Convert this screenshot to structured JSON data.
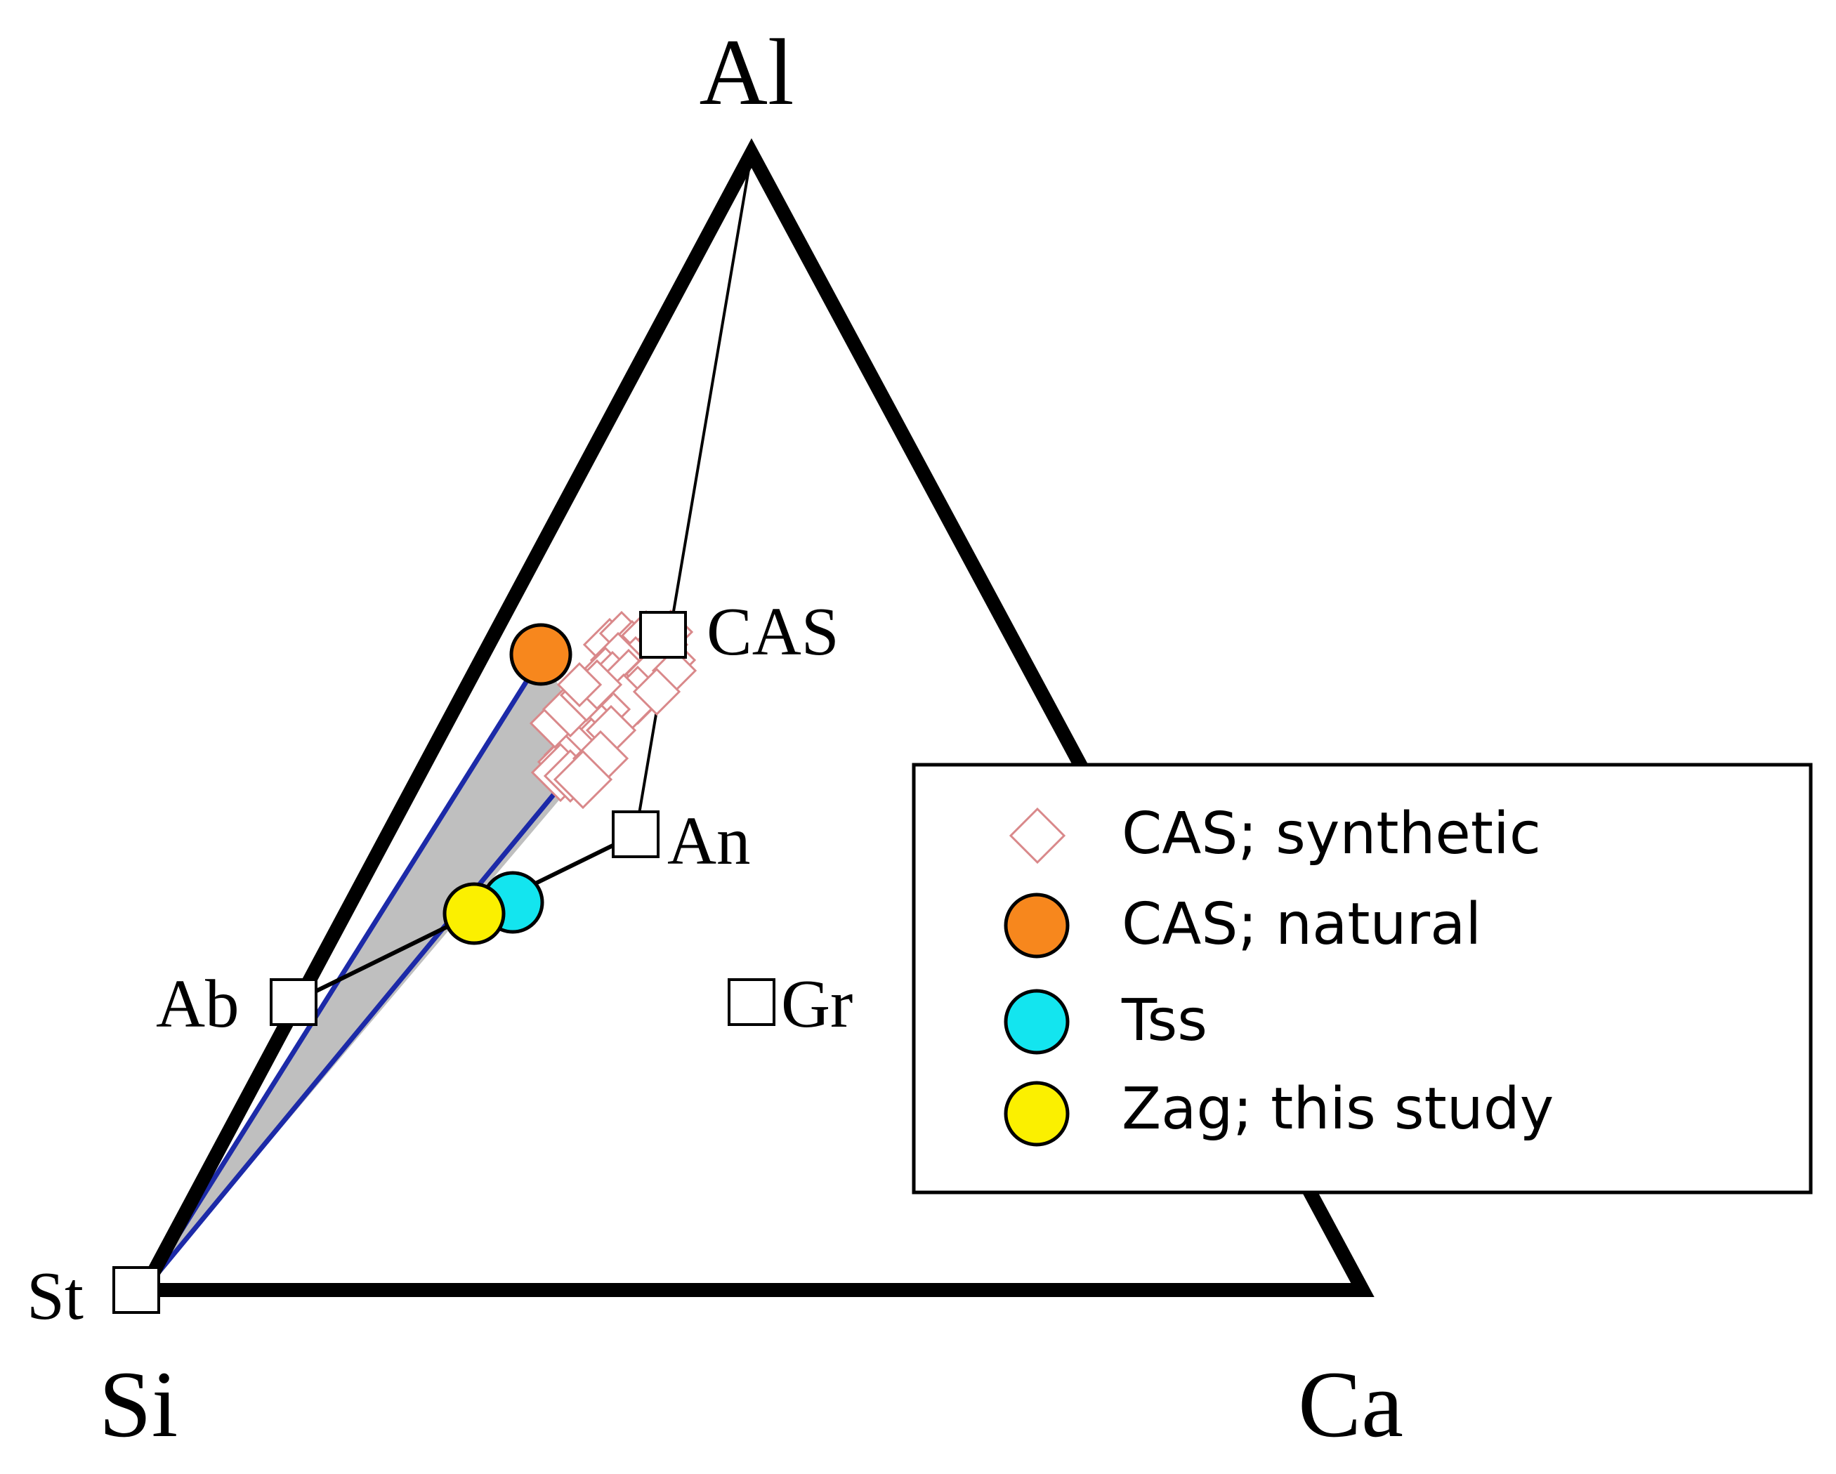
{
  "vertices": {
    "top": "Al",
    "bottom_left": "Si",
    "bottom_right": "Ca"
  },
  "phases": [
    {
      "id": "cas",
      "label": "CAS"
    },
    {
      "id": "an",
      "label": "An"
    },
    {
      "id": "ab",
      "label": "Ab"
    },
    {
      "id": "gr",
      "label": "Gr"
    },
    {
      "id": "st",
      "label": "St"
    }
  ],
  "legend": [
    {
      "label": "CAS; synthetic",
      "marker": "open-diamond",
      "color": "#d9888a"
    },
    {
      "label": "CAS; natural",
      "marker": "circle",
      "color": "#f7871d"
    },
    {
      "label": "Tss",
      "marker": "circle",
      "color": "#13e5ef"
    },
    {
      "label": "Zag; this study",
      "marker": "circle",
      "color": "#fbf000"
    }
  ],
  "colors": {
    "outline": "#000000",
    "tie_line_blue": "#1c2aa8",
    "field_fill": "#bfbfbf",
    "synthetic_diamond": "#d9888a",
    "natural_cas": "#f7871d",
    "tss": "#13e5ef",
    "zag": "#fbf000"
  }
}
